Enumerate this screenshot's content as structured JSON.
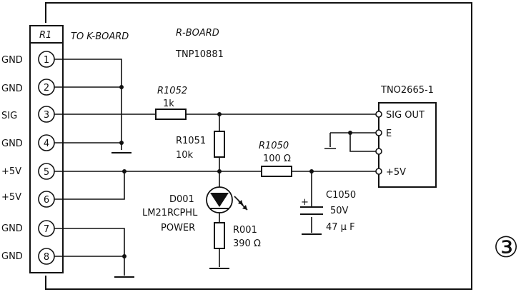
{
  "board": {
    "connector_ref": "R1",
    "connector_note": "TO K-BOARD",
    "name": "R-BOARD",
    "part_number": "TNP10881"
  },
  "pins": [
    {
      "number": "1",
      "label": "GND"
    },
    {
      "number": "2",
      "label": "GND"
    },
    {
      "number": "3",
      "label": "SIG"
    },
    {
      "number": "4",
      "label": "GND"
    },
    {
      "number": "5",
      "label": "+5V"
    },
    {
      "number": "6",
      "label": "+5V"
    },
    {
      "number": "7",
      "label": "GND"
    },
    {
      "number": "8",
      "label": "GND"
    }
  ],
  "components": {
    "r1052": {
      "ref": "R1052",
      "value": "1k"
    },
    "r1051": {
      "ref": "R1051",
      "value": "10k"
    },
    "r1050": {
      "ref": "R1050",
      "value": "100 Ω"
    },
    "d001": {
      "ref": "D001",
      "part": "LM21RCPHL",
      "function": "POWER"
    },
    "r001": {
      "ref": "R001",
      "value": "390 Ω"
    },
    "c1050": {
      "ref": "C1050",
      "voltage": "50V",
      "capacitance": "47 μ F"
    },
    "c1050_polarity": "+",
    "module": {
      "ref": "TNO2665-1",
      "pin_sig": "SIG OUT",
      "pin_e": "E",
      "pin_5v": "+5V"
    }
  },
  "figure_number": "③"
}
